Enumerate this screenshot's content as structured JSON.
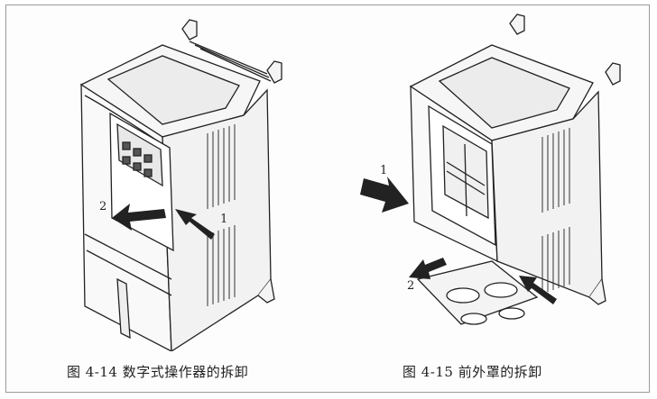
{
  "figures": [
    {
      "caption": "图 4-14   数字式操作器的拆卸",
      "step_labels": [
        "2",
        "1"
      ]
    },
    {
      "caption": "图 4-15   前外罩的拆卸",
      "step_labels": [
        "1",
        "2"
      ]
    }
  ]
}
